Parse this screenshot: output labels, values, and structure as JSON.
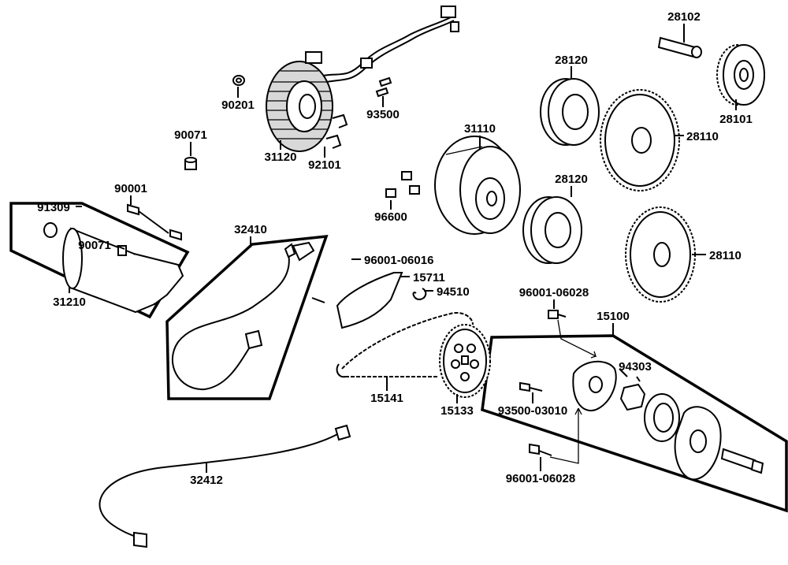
{
  "labels": {
    "p28102": "28102",
    "p28120a": "28120",
    "p90201": "90201",
    "p93500": "93500",
    "p28101": "28101",
    "p90071a": "90071",
    "p31120": "31120",
    "p92101": "92101",
    "p31110": "31110",
    "p28110a": "28110",
    "p90001": "90001",
    "p91309": "91309",
    "p28120b": "28120",
    "p96600": "96600",
    "p32410": "32410",
    "p90071b": "90071",
    "p96001_06016": "96001-06016",
    "p28110b": "28110",
    "p15711": "15711",
    "p31210": "31210",
    "p94510": "94510",
    "p96001_06028a": "96001-06028",
    "p15100": "15100",
    "p94303": "94303",
    "p15141": "15141",
    "p15133": "15133",
    "p93500_03010": "93500-03010",
    "p32412": "32412",
    "p96001_06028b": "96001-06028"
  }
}
